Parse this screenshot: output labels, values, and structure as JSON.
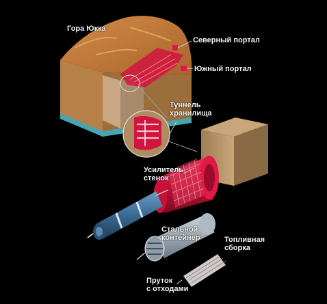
{
  "labels": {
    "mountain": "Гора Юкка",
    "north_portal": "Северный портал",
    "south_portal": "Южный портал",
    "tunnel": "Туннель\nхранилища",
    "wall_reinforcement": "Усилитель\nстенок",
    "steel_container": "Стальной\nконтейнер",
    "fuel_assembly": "Топливная\nсборка",
    "waste_rod": "Пруток\nс отходами"
  },
  "colors": {
    "background": "#000000",
    "rock_top": "#c47a3a",
    "rock_side": "#a8743c",
    "water_layer": "#4aa3b0",
    "tunnel_red": "#d0163e",
    "concrete": "#b08a60",
    "rod_blue": "#3f6f99",
    "label_text": "#f2f2f2"
  }
}
